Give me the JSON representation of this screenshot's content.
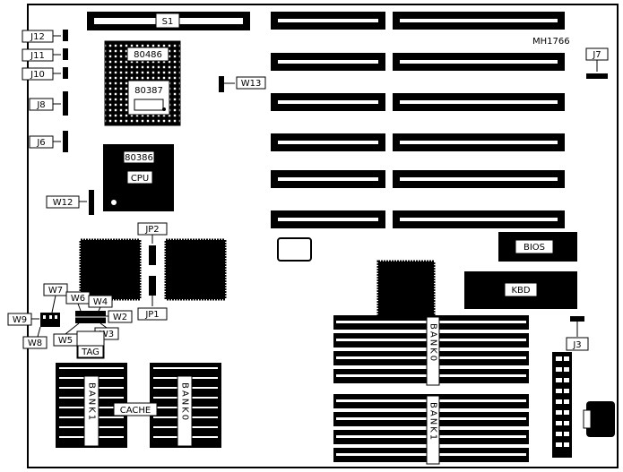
{
  "diagram": {
    "id_code": "MH1766",
    "components": {
      "switch": "S1",
      "fpu_socket": "80486",
      "coprocessor": "80387",
      "cpu_chip": "80386",
      "cpu_label": "CPU",
      "bios": "BIOS",
      "kbd": "KBD",
      "cache": "CACHE",
      "tag": "TAG",
      "bank0": "BANK0",
      "bank1": "BANK1"
    },
    "jumpers": {
      "J12": "J12",
      "J11": "J11",
      "J10": "J10",
      "J8": "J8",
      "J6": "J6",
      "J7": "J7",
      "J3": "J3",
      "W13": "W13",
      "W12": "W12",
      "W9": "W9",
      "W8": "W8",
      "W7": "W7",
      "W6": "W6",
      "W5": "W5",
      "W4": "W4",
      "W3": "W3",
      "W2": "W2",
      "JP1": "JP1",
      "JP2": "JP2"
    }
  }
}
